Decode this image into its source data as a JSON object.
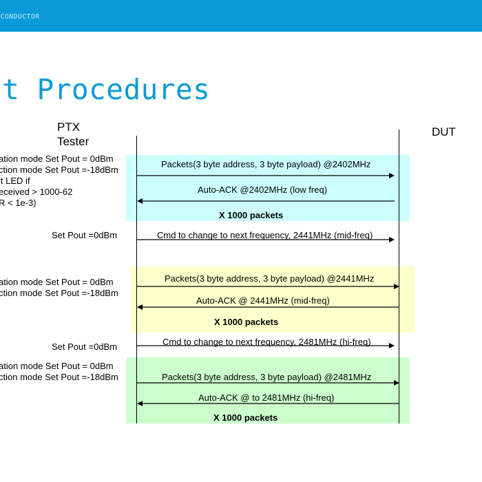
{
  "header": {
    "label": "MICONDUCTOR",
    "title": "st Procedures",
    "bar_color": "#0a9ad8"
  },
  "actors": {
    "left": [
      "PTX",
      "Tester"
    ],
    "right": "DUT"
  },
  "notes": {
    "group1": [
      "ation mode Set Pout = 0dBm",
      "ction mode Set Pout =-18dBm",
      "it LED if",
      "eceived > 1000-62",
      "R < 1e-3)"
    ],
    "set_pout_1": "Set Pout =0dBm",
    "group2": [
      "ation mode Set Pout = 0dBm",
      "ction mode Set Pout =-18dBm"
    ],
    "set_pout_2": "Set Pout =0dBm",
    "group3": [
      "ation mode Set Pout = 0dBm",
      "ction mode Set Pout =-18dBm"
    ]
  },
  "bands": [
    {
      "color": "#ccffff",
      "packets": "Packets(3 byte address, 3 byte payload) @2402MHz",
      "ack": "Auto-ACK @2402MHz (low freq)",
      "repeat": "X 1000 packets"
    },
    {
      "color": "#ffffcc",
      "packets": "Packets(3 byte address, 3 byte payload) @2441MHz",
      "ack": "Auto-ACK @ 2441MHz (mid-freq)",
      "repeat": "X 1000 packets"
    },
    {
      "color": "#ccffcc",
      "packets": "Packets(3 byte address, 3 byte payload) @2481MHz",
      "ack": "Auto-ACK @ to 2481MHz (hi-freq)",
      "repeat": "X 1000 packets"
    }
  ],
  "commands": [
    "Cmd to change to next frequency,  2441MHz (mid-freq)",
    "Cmd to change to next frequency, 2481MHz (hi-freq)"
  ]
}
